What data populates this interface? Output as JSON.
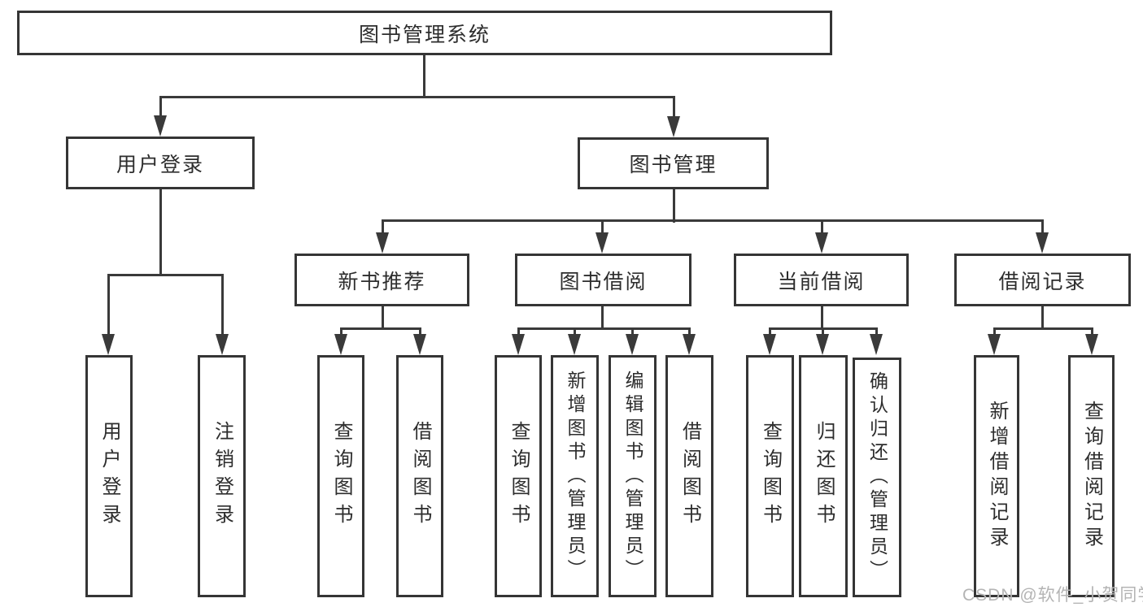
{
  "diagram": {
    "type": "hierarchy-tree",
    "title": "图书管理系统",
    "watermark": "CSDN @软件_小贺同学",
    "colors": {
      "background": "#ffffff",
      "line": "#3a3a3a",
      "box_border": "#353535",
      "text": "#2d2d2d",
      "watermark": "#b4b4b4"
    },
    "nodes": {
      "root": "图书管理系统",
      "user_login": "用户登录",
      "book_management": "图书管理",
      "new_book_recommend": "新书推荐",
      "book_borrow": "图书借阅",
      "current_borrow": "当前借阅",
      "borrow_records": "借阅记录",
      "leaf_user_login": "用户登录",
      "leaf_logout": "注销登录",
      "leaf_query_books_recommend": "查询图书",
      "leaf_borrow_books_recommend": "借阅图书",
      "leaf_query_books_borrow": "查询图书",
      "leaf_add_books_admin": "新增图书（管理员）",
      "leaf_edit_books_admin": "编辑图书（管理员）",
      "leaf_borrow_books_borrow": "借阅图书",
      "leaf_query_books_current": "查询图书",
      "leaf_return_books": "归还图书",
      "leaf_confirm_return_admin": "确认归还（管理员）",
      "leaf_add_borrow_record": "新增借阅记录",
      "leaf_query_borrow_record": "查询借阅记录"
    },
    "hierarchy": {
      "图书管理系统": [
        "用户登录",
        "图书管理"
      ],
      "用户登录": [
        "用户登录",
        "注销登录"
      ],
      "图书管理": [
        "新书推荐",
        "图书借阅",
        "当前借阅",
        "借阅记录"
      ],
      "新书推荐": [
        "查询图书",
        "借阅图书"
      ],
      "图书借阅": [
        "查询图书",
        "新增图书（管理员）",
        "编辑图书（管理员）",
        "借阅图书"
      ],
      "当前借阅": [
        "查询图书",
        "归还图书",
        "确认归还（管理员）"
      ],
      "借阅记录": [
        "新增借阅记录",
        "查询借阅记录"
      ]
    }
  }
}
